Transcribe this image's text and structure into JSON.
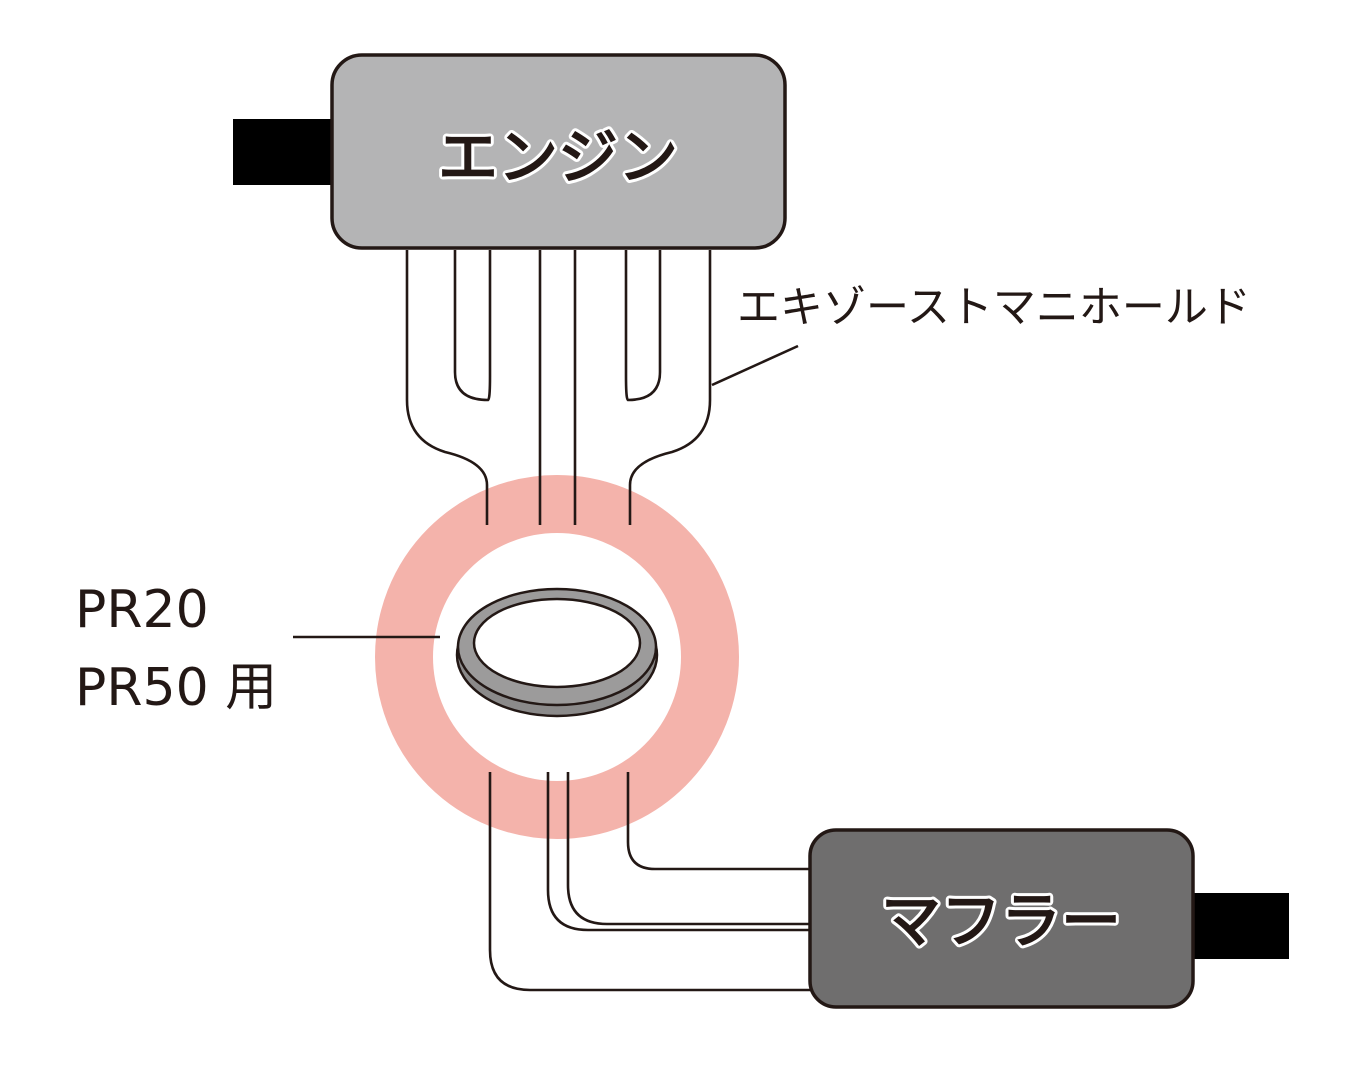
{
  "engine": {
    "label": "エンジン",
    "fill_color": "#b4b4b5"
  },
  "muffler": {
    "label": "マフラー",
    "fill_color": "#6f6e6e"
  },
  "manifold": {
    "label": "エキゾーストマニホールド"
  },
  "gasket": {
    "label_line1": "PR20",
    "label_line2": "PR50 用",
    "highlight_color": "#f4b3ab",
    "ring_color": "#9c9b9b"
  },
  "colors": {
    "line": "#231815",
    "end_block": "#000000",
    "background": "#ffffff"
  }
}
